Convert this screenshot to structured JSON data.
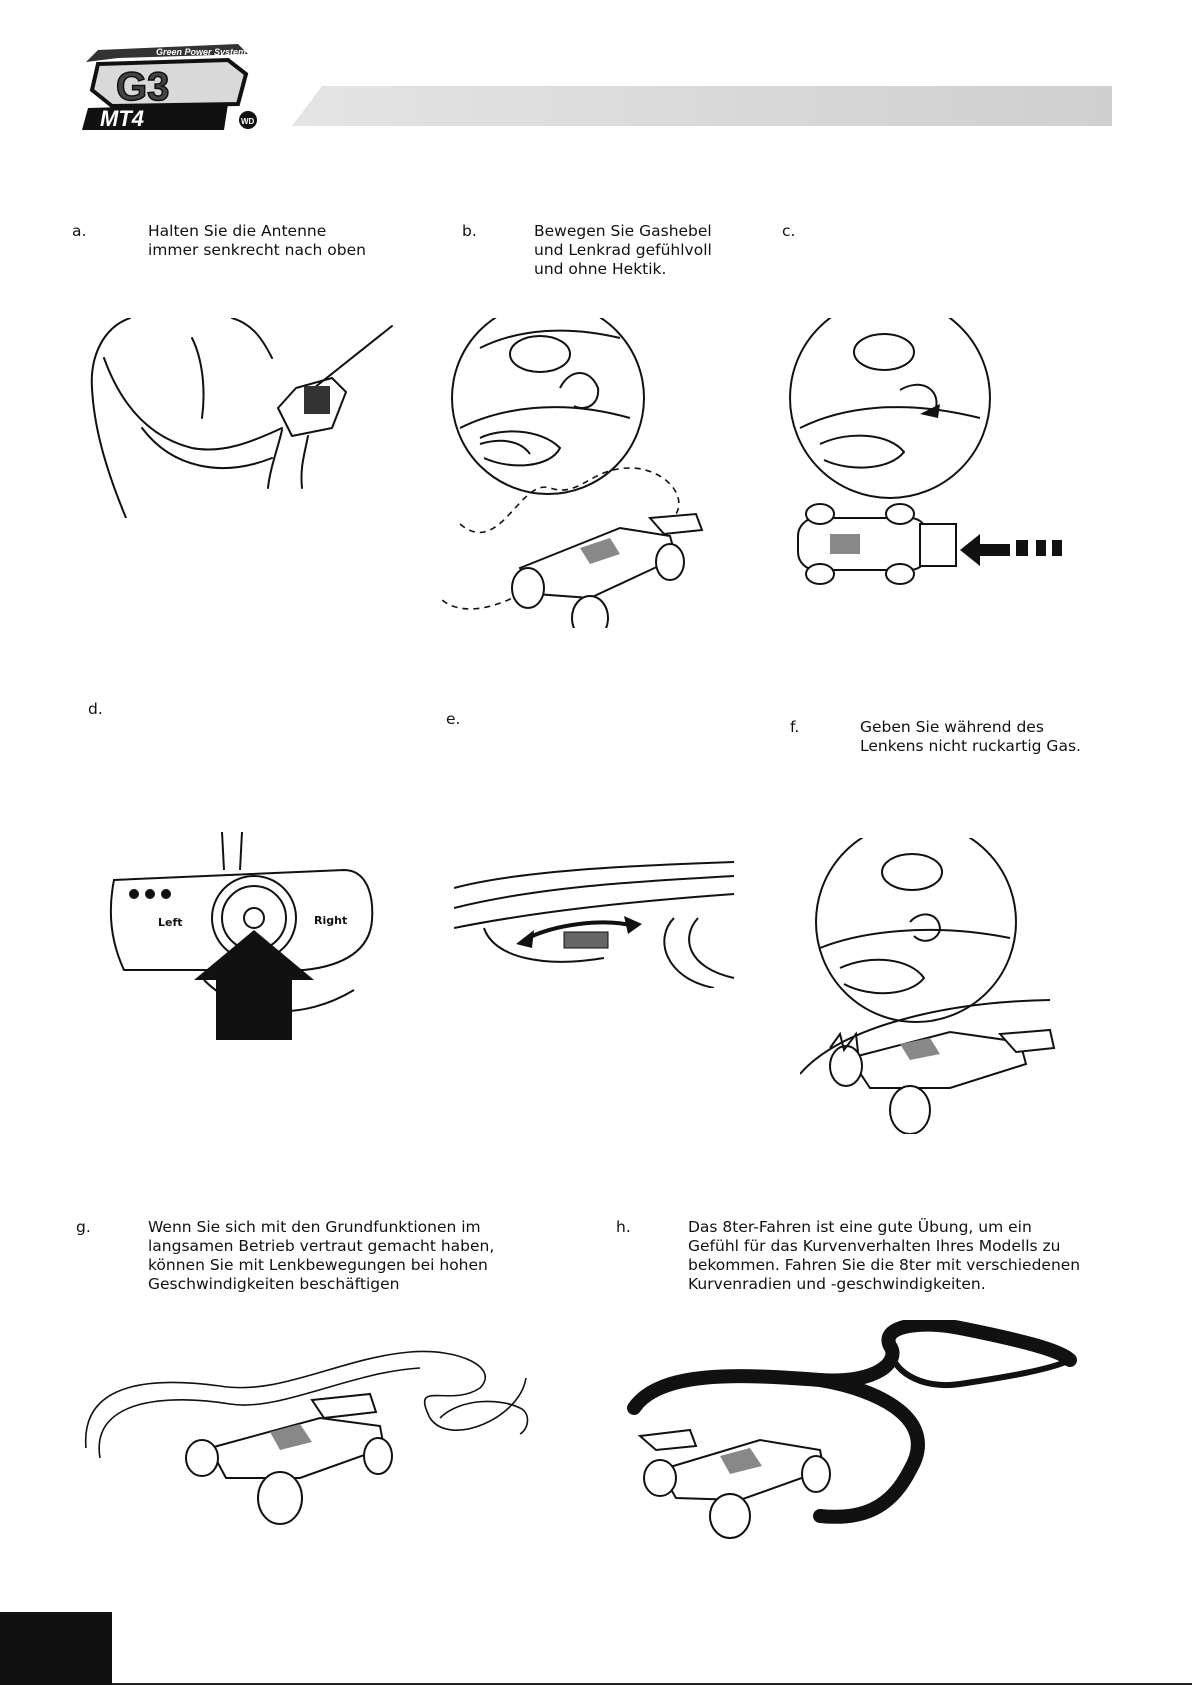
{
  "logo": {
    "top_text": "Green Power System",
    "main": "G3",
    "sub": "MT4",
    "sub_small": "WD"
  },
  "steps": {
    "a": {
      "letter": "a.",
      "text": "Halten Sie die Antenne\nimmer senkrecht nach oben"
    },
    "b": {
      "letter": "b.",
      "text": "Bewegen Sie Gashebel\nund Lenkrad gefühlvoll\nund ohne Hektik."
    },
    "c": {
      "letter": "c.",
      "text": ""
    },
    "d": {
      "letter": "d.",
      "text": ""
    },
    "e": {
      "letter": "e.",
      "text": ""
    },
    "f": {
      "letter": "f.",
      "text": "Geben Sie während des\nLenkens nicht ruckartig Gas."
    },
    "g": {
      "letter": "g.",
      "text": "Wenn Sie sich mit den Grundfunktionen im\nlangsamen Betrieb vertraut gemacht haben,\nkönnen Sie mit Lenkbewegungen bei hohen\nGeschwindigkeiten beschäftigen"
    },
    "h": {
      "letter": "h.",
      "text": "Das 8ter-Fahren ist eine gute Übung, um ein\nGefühl für das Kurvenverhalten Ihres Modells zu\nbekommen. Fahren Sie die 8ter mit verschiedenen\nKurvenradien und -geschwindigkeiten."
    }
  },
  "illustrations": {
    "d": {
      "left_label": "Left",
      "right_label": "Right"
    }
  }
}
